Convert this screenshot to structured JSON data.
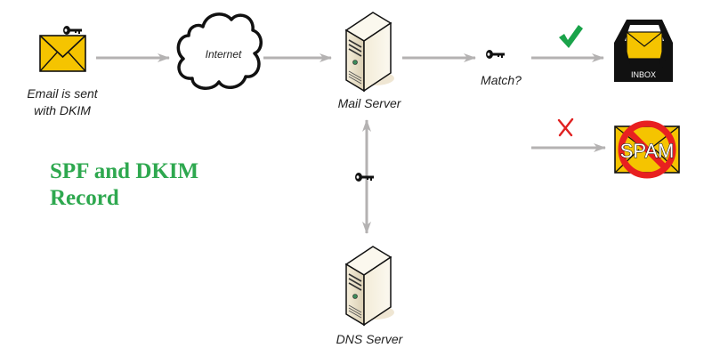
{
  "diagram": {
    "title_line1": "SPF and DKIM",
    "title_line2": "Record",
    "title_color": "#2ea84f",
    "nodes": {
      "sender": {
        "label_line1": "Email is sent",
        "label_line2": "with DKIM",
        "icon": "envelope-with-key-icon"
      },
      "internet": {
        "label": "Internet",
        "icon": "cloud-icon"
      },
      "mail_server": {
        "label": "Mail Server",
        "icon": "server-tower-icon"
      },
      "match": {
        "label": "Match?",
        "icon": "key-icon"
      },
      "inbox": {
        "label": "INBOX",
        "icon": "inbox-tray-icon"
      },
      "spam": {
        "label": "SPAM",
        "icon": "spam-prohibited-icon"
      },
      "dns_server": {
        "label": "DNS Server",
        "icon": "server-tower-icon"
      }
    },
    "edges": [
      {
        "from": "sender",
        "to": "internet"
      },
      {
        "from": "internet",
        "to": "mail_server"
      },
      {
        "from": "mail_server",
        "to": "match"
      },
      {
        "from": "match",
        "to": "inbox",
        "result": "pass",
        "marker": "check-icon"
      },
      {
        "from": "match",
        "to": "spam",
        "result": "fail",
        "marker": "x-icon"
      },
      {
        "from": "mail_server",
        "to": "dns_server",
        "bidirectional": true,
        "marker": "key-icon"
      }
    ],
    "colors": {
      "envelope": "#f5c400",
      "arrow": "#b4b2b2",
      "check": "#1aa34a",
      "cross": "#e02020",
      "prohibit": "#e82020",
      "server": "#efe6cf"
    }
  }
}
